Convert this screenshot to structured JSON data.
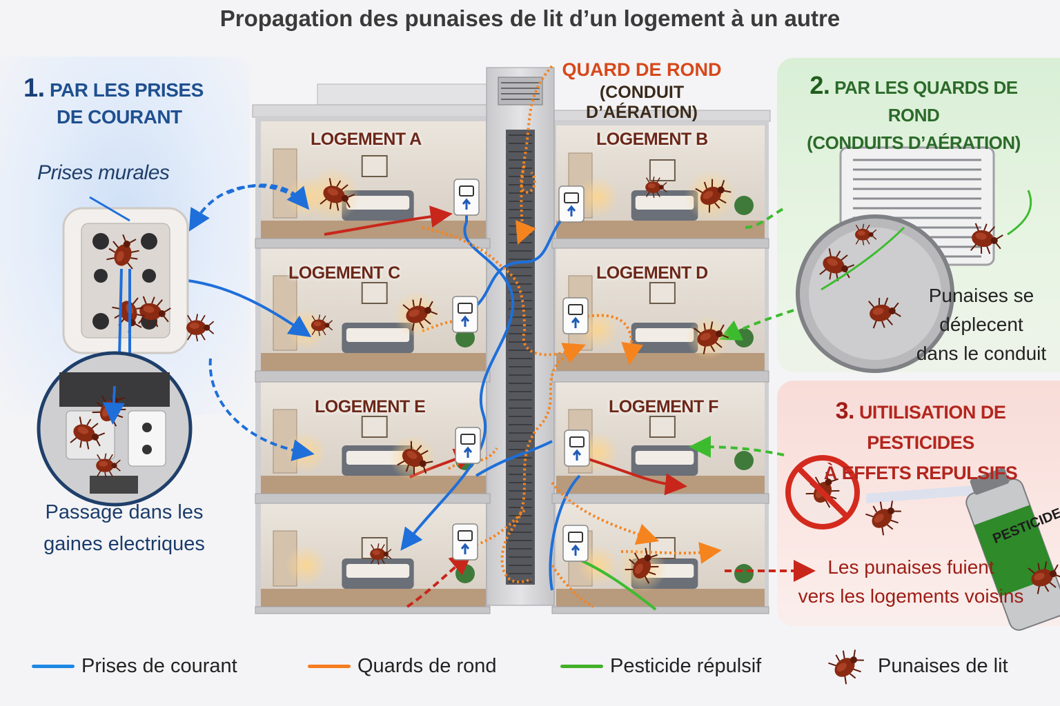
{
  "title": "Propagation des punaises de lit d’un logement à un autre",
  "sections": {
    "outlets": {
      "number": "1.",
      "title_line1": "PAR LES PRISES",
      "title_line2": "DE COURANT",
      "label_top": "Prises murales",
      "label_bottom_line1": "Passage dans les",
      "label_bottom_line2": "gaines electriques"
    },
    "vents": {
      "number": "2.",
      "title_line1": "PAR LES QUARDS DE ROND",
      "title_line2": "(CONDUITS D’AÉRATION)",
      "label_line1": "Punaises se",
      "label_line2": "déplecent",
      "label_line3": "dans le conduit"
    },
    "pesticides": {
      "number": "3.",
      "title_line1": "UITILISATION DE PESTICIDES",
      "title_line2": "À EFFETS REPULSIFS",
      "can_label": "PESTICIDE",
      "label_line1": "Les punaises fuient",
      "label_line2": "vers les logements voisins"
    }
  },
  "duct": {
    "label_line1": "QUARD DE ROND",
    "label_line2": "(CONDUIT D’AÉRATION)"
  },
  "units": [
    {
      "id": "A",
      "label": "LOGEMENT A"
    },
    {
      "id": "B",
      "label": "LOGEMENT B"
    },
    {
      "id": "C",
      "label": "LOGEMENT C"
    },
    {
      "id": "D",
      "label": "LOGEMENT D"
    },
    {
      "id": "E",
      "label": "LOGEMENT E"
    },
    {
      "id": "F",
      "label": "LOGEMENT F"
    }
  ],
  "legend": [
    {
      "label": "Prises de courant",
      "color": "#1e88e5"
    },
    {
      "label": "Quards de rond",
      "color": "#f57c1f"
    },
    {
      "label": "Pesticide répulsif",
      "color": "#43b02a"
    },
    {
      "label": "Punaises de lit",
      "icon": "bedbug-icon"
    }
  ],
  "colors": {
    "outlet_path": "#1e6fd9",
    "duct_path": "#f5841f",
    "pesticide_path": "#3dbb2f",
    "flee_path": "#c8261b",
    "bug": "#8a2a12"
  }
}
